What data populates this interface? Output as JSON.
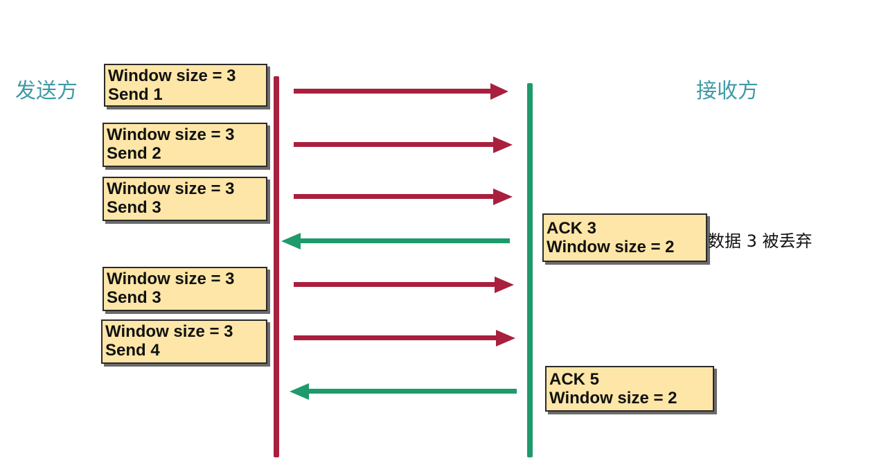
{
  "sender_label": "发送方",
  "receiver_label": "接收方",
  "colors": {
    "sender_line": "#a8203e",
    "receiver_line": "#1f9a6c",
    "data_arrow": "#a8203e",
    "ack_arrow": "#1f9a6c",
    "box_fill": "#fde6a7",
    "label_teal": "#3f9aa6"
  },
  "sender_boxes": [
    {
      "line1": "Window size = 3",
      "line2": "Send 1"
    },
    {
      "line1": "Window size = 3",
      "line2": "Send 2"
    },
    {
      "line1": "Window size = 3",
      "line2": "Send 3"
    },
    {
      "line1": "Window size = 3",
      "line2": "Send 3"
    },
    {
      "line1": "Window size = 3",
      "line2": "Send 4"
    }
  ],
  "receiver_boxes": [
    {
      "line1": "ACK 3",
      "line2": "Window size = 2"
    },
    {
      "line1": "ACK 5",
      "line2": "Window size = 2"
    }
  ],
  "drop_note": "数据 3 被丢弃",
  "messages": [
    {
      "direction": "to-receiver"
    },
    {
      "direction": "to-receiver"
    },
    {
      "direction": "to-receiver"
    },
    {
      "direction": "to-sender"
    },
    {
      "direction": "to-receiver"
    },
    {
      "direction": "to-receiver"
    },
    {
      "direction": "to-sender"
    }
  ]
}
